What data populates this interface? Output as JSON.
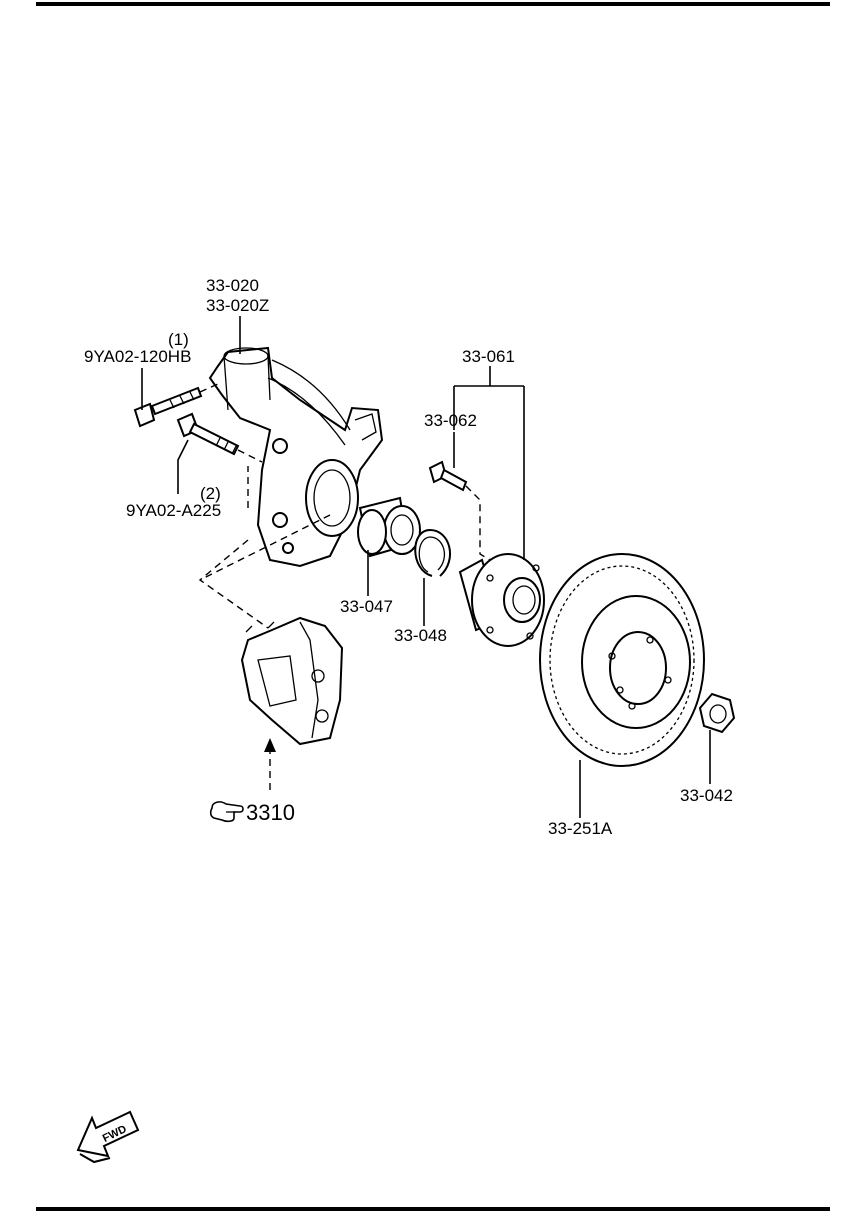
{
  "labels": {
    "knuckle_1": "33-020",
    "knuckle_2": "33-020Z",
    "bolt1_qty": "(1)",
    "bolt1": "9YA02-120HB",
    "bolt2_qty": "(2)",
    "bolt2": "9YA02-A225",
    "hub_assy": "33-061",
    "hub_bolt": "33-062",
    "bearing": "33-047",
    "snap_ring": "33-048",
    "disc": "33-251A",
    "nut": "33-042",
    "ref_number": "3310",
    "fwd": "FWD"
  }
}
